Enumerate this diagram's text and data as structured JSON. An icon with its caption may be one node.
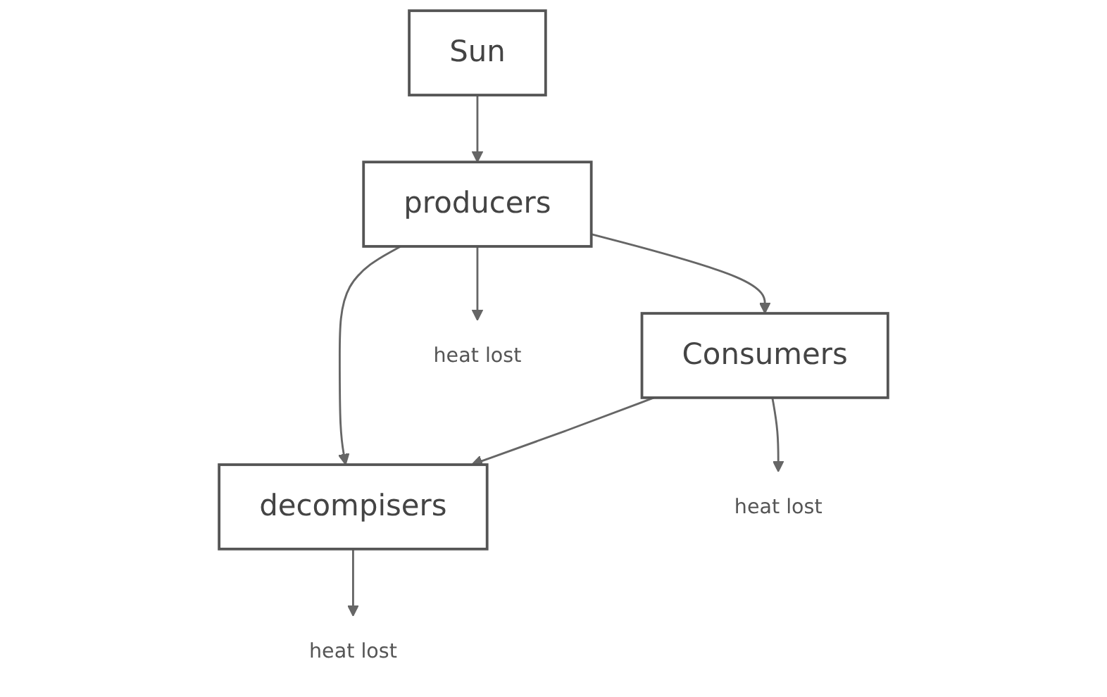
{
  "diagram": {
    "nodes": [
      {
        "text": [
          "Sun"
        ]
      },
      {
        "text": [
          "producers"
        ]
      },
      {
        "text": [
          "Consumers"
        ]
      },
      {
        "text": [
          "decompisers"
        ]
      },
      {
        "text": [
          "heat lost"
        ]
      },
      {
        "text": [
          "heat lost"
        ]
      },
      {
        "text": [
          "heat lost"
        ]
      }
    ],
    "edges": [
      {
        "from": 0,
        "to": 1,
        "arrow": "to"
      },
      {
        "from": 1,
        "to": 4,
        "arrow": "to"
      },
      {
        "from": 1,
        "to": 2,
        "arrow": "to"
      },
      {
        "from": 1,
        "to": 3,
        "arrow": "to"
      },
      {
        "from": 2,
        "to": 5,
        "arrow": "to"
      },
      {
        "from": 2,
        "to": 3,
        "arrow": "to"
      },
      {
        "from": 3,
        "to": 6,
        "arrow": "to"
      }
    ]
  }
}
